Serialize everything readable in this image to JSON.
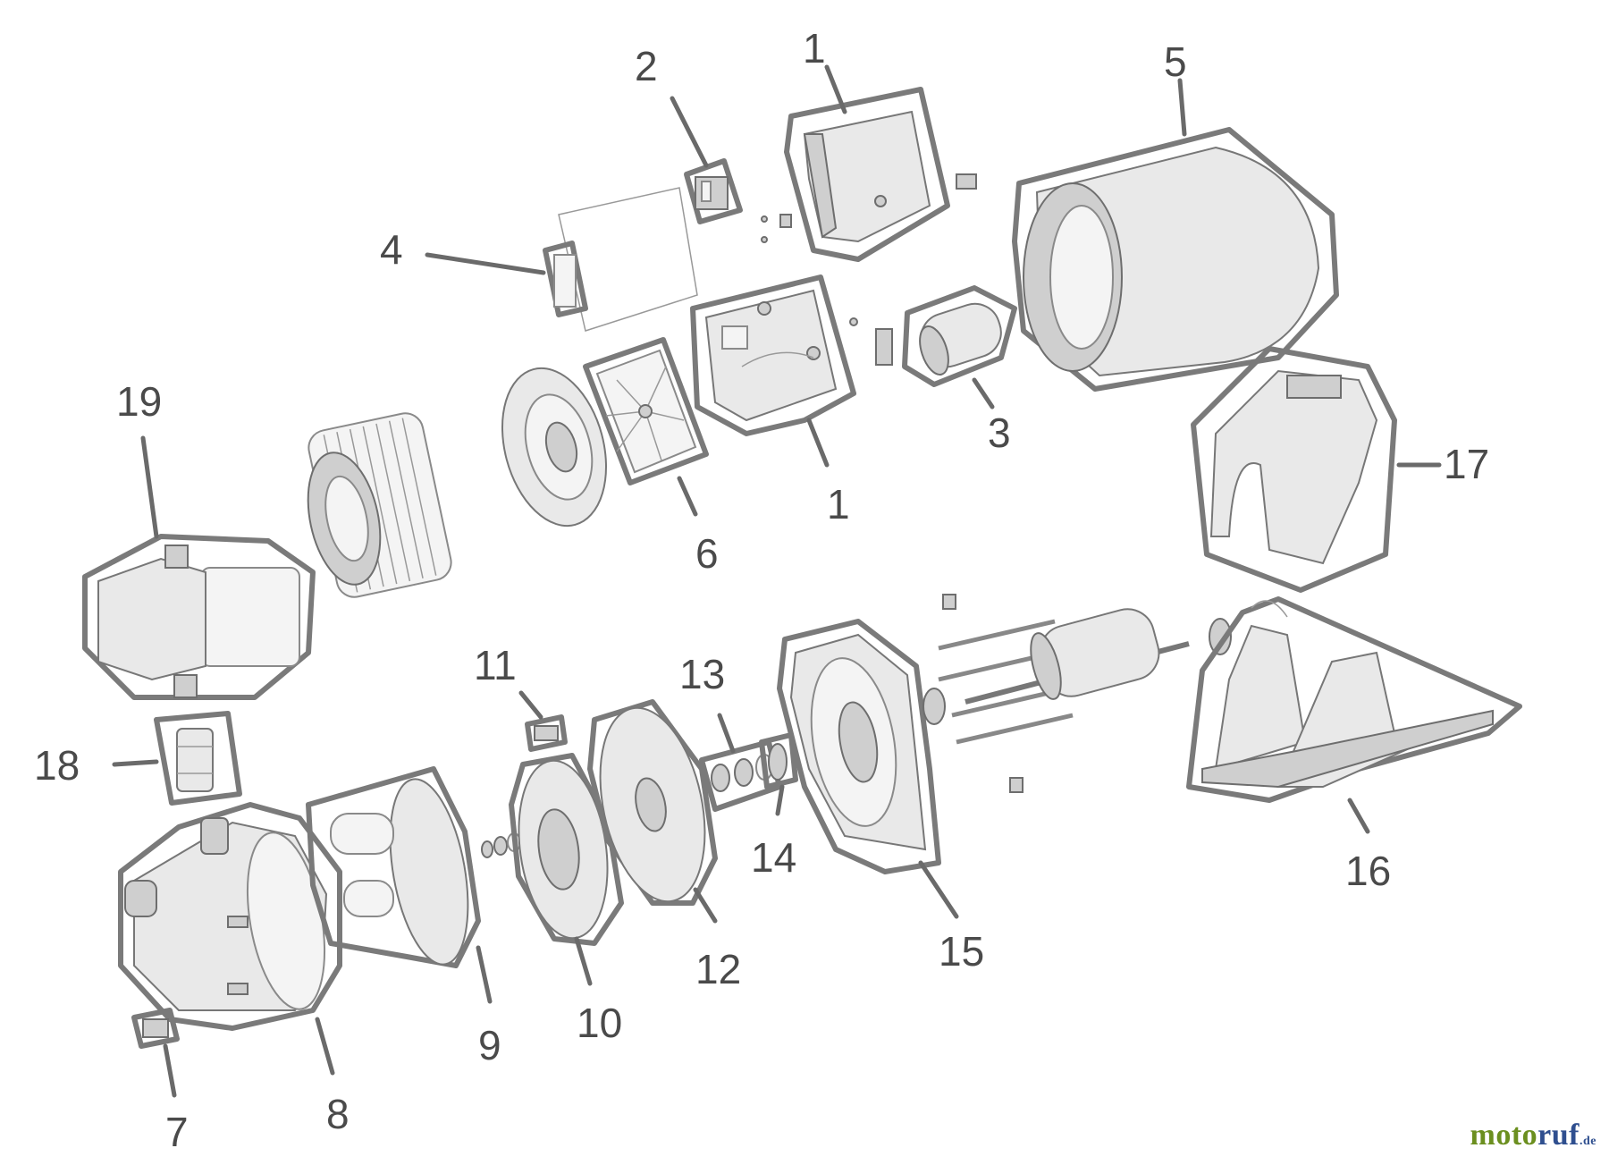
{
  "labels": {
    "p1a": "1",
    "p1b": "1",
    "p2": "2",
    "p3": "3",
    "p4": "4",
    "p5": "5",
    "p6": "6",
    "p7": "7",
    "p8": "8",
    "p9": "9",
    "p10": "10",
    "p11": "11",
    "p12": "12",
    "p13": "13",
    "p14": "14",
    "p15": "15",
    "p16": "16",
    "p17": "17",
    "p18": "18",
    "p19": "19"
  },
  "brand": {
    "a": "moto",
    "b": "ruf",
    "c": ".de"
  },
  "colors": {
    "label": "#4a4a4a",
    "outline": "#7a7a7a",
    "brand_green": "#6b8f1f",
    "brand_blue": "#2f4f8f"
  }
}
